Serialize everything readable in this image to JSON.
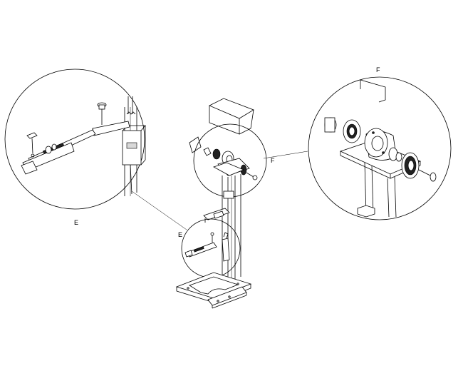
{
  "callouts": {
    "detail_e": {
      "label": "E"
    },
    "detail_f": {
      "label": "F"
    },
    "ref_e": {
      "label": "E"
    },
    "ref_f": {
      "label": "F"
    }
  },
  "colors": {
    "line": "#000000",
    "background": "#ffffff"
  }
}
